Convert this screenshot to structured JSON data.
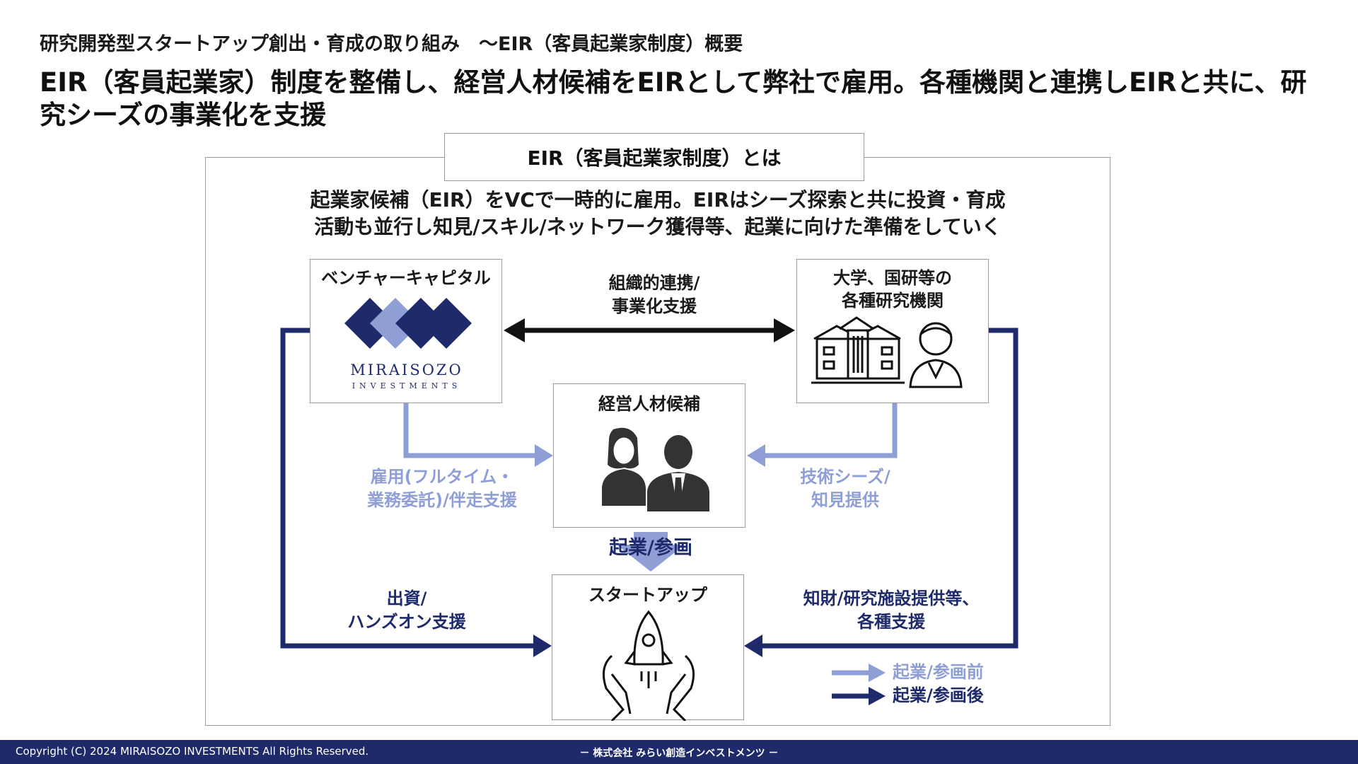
{
  "header": {
    "breadcrumb": "研究開発型スタートアップ創出・育成の取り組み　～EIR（客員起業家制度）概要",
    "headline": "EIR（客員起業家）制度を整備し、経営人材候補をEIRとして弊社で雇用。各種機関と連携しEIRと共に、研究シーズの事業化を支援"
  },
  "diagram": {
    "title": "EIR（客員起業家制度）とは",
    "description_line1": "起業家候補（EIR）をVCで一時的に雇用。EIRはシーズ探索と共に投資・育成",
    "description_line2": "活動も並行し知見/スキル/ネットワーク獲得等、起業に向けた準備をしていく",
    "vc_box": {
      "title": "ベンチャーキャピタル",
      "logo_name": "MIRAISOZO",
      "logo_sub": "INVESTMENTS"
    },
    "univ_box": {
      "title_line1": "大学、国研等の",
      "title_line2": "各種研究機関"
    },
    "candidate_box": {
      "title": "経営人材候補"
    },
    "startup_box": {
      "title": "スタートアップ"
    },
    "link_label_line1": "組織的連携/",
    "link_label_line2": "事業化支援",
    "employ_label_line1": "雇用(フルタイム・",
    "employ_label_line2": "業務委託)/伴走支援",
    "seeds_label_line1": "技術シーズ/",
    "seeds_label_line2": "知見提供",
    "startup_label": "起業/参画",
    "invest_label_line1": "出資/",
    "invest_label_line2": "ハンズオン支援",
    "ip_label_line1": "知財/研究施設提供等、",
    "ip_label_line2": "各種支援",
    "legend": [
      {
        "label": "起業/参画前",
        "color": "#8f9fd6"
      },
      {
        "label": "起業/参画後",
        "color": "#1f2a6b"
      }
    ]
  },
  "colors": {
    "dark": "#1f2a6b",
    "light": "#8f9fd6",
    "black": "#111111"
  },
  "footer": {
    "copyright": "Copyright (C) 2024 MIRAISOZO INVESTMENTS All Rights Reserved.",
    "company": "－ 株式会社 みらい創造インベストメンツ －"
  }
}
